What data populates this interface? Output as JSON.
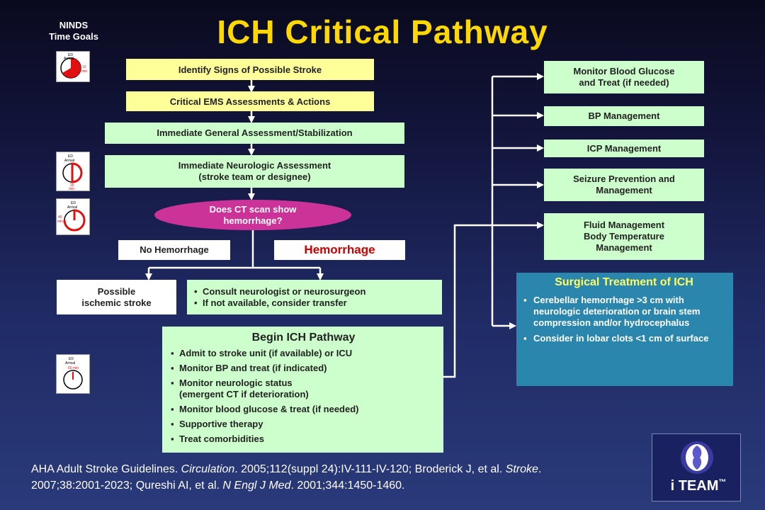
{
  "title": "ICH Critical Pathway",
  "ninds": {
    "line1": "NINDS",
    "line2": "Time Goals"
  },
  "clocks": [
    {
      "label": "ED Arrival",
      "time": "10 min",
      "icon": "clock-10-icon"
    },
    {
      "label": "ED Arrival",
      "time": "25 min",
      "icon": "clock-25-icon"
    },
    {
      "label": "ED Arrival",
      "time": "45 min",
      "icon": "clock-45-icon"
    },
    {
      "label": "ED Arrival",
      "time": "60 min",
      "icon": "clock-60-icon"
    }
  ],
  "flow": {
    "identify": "Identify Signs of Possible Stroke",
    "ems": "Critical EMS Assessments & Actions",
    "general": "Immediate General Assessment/Stabilization",
    "neuro_line1": "Immediate Neurologic Assessment",
    "neuro_line2": "(stroke team or designee)",
    "decision_line1": "Does CT scan show",
    "decision_line2": "hemorrhage?",
    "no_hemorrhage": "No Hemorrhage",
    "hemorrhage": "Hemorrhage",
    "ischemic_line1": "Possible",
    "ischemic_line2": "ischemic stroke",
    "consult": [
      "Consult neurologist or neurosurgeon",
      "If not available, consider transfer"
    ]
  },
  "begin_ich": {
    "heading": "Begin ICH Pathway",
    "items": [
      "Admit to stroke unit (if available) or ICU",
      "Monitor BP and treat (if indicated)",
      "Monitor neurologic status",
      "(emergent CT if deterioration)",
      "Monitor blood glucose & treat (if needed)",
      "Supportive therapy",
      "Treat comorbidities"
    ]
  },
  "management": {
    "glucose_line1": "Monitor Blood Glucose",
    "glucose_line2": "and Treat (if needed)",
    "bp": "BP Management",
    "icp": "ICP Management",
    "seizure_line1": "Seizure Prevention and",
    "seizure_line2": "Management",
    "fluid_line1": "Fluid Management",
    "fluid_line2": "Body Temperature",
    "fluid_line3": "Management"
  },
  "surgical": {
    "heading": "Surgical Treatment of ICH",
    "items": [
      "Cerebellar hemorrhage >3 cm with neurologic deterioration or brain stem compression and/or hydrocephalus",
      "Consider in lobar clots <1 cm of surface"
    ]
  },
  "citation": {
    "p1": "AHA Adult Stroke Guidelines. ",
    "j1": "Circulation",
    "p2": ". 2005;112(suppl 24):IV-111-IV-120; Broderick J, et al. ",
    "j2": "Stroke",
    "p3": ". 2007;38:2001-2023; Qureshi AI, et al. ",
    "j3": "N Engl J Med",
    "p4": ". 2001;344:1450-1460."
  },
  "logo": {
    "text": "i TEAM",
    "tm": "™",
    "icon": "brain-logo-icon"
  },
  "colors": {
    "title": "#ffd800",
    "yellow_box": "#ffff99",
    "green_box": "#ccffcc",
    "decision": "#cc3399",
    "hemorrhage_text": "#cc0000",
    "surgical_box": "#2b86ad"
  }
}
